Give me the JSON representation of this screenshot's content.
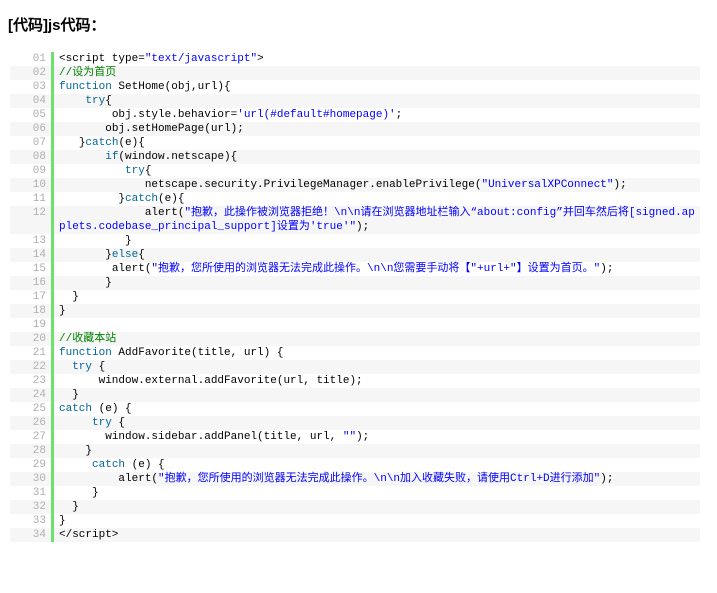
{
  "title": "[代码]js代码：",
  "lines": [
    {
      "n": "01",
      "seg": [
        [
          "<script type=",
          ""
        ],
        [
          "\"text/javascript\"",
          "s"
        ],
        [
          ">",
          ""
        ]
      ]
    },
    {
      "n": "02",
      "seg": [
        [
          "//设为首页",
          "c"
        ]
      ]
    },
    {
      "n": "03",
      "seg": [
        [
          "function",
          "k"
        ],
        [
          " SetHome(obj,url){",
          ""
        ]
      ]
    },
    {
      "n": "04",
      "seg": [
        [
          "    ",
          ""
        ],
        [
          "try",
          "k"
        ],
        [
          "{",
          ""
        ]
      ]
    },
    {
      "n": "05",
      "seg": [
        [
          "        obj.style.behavior=",
          ""
        ],
        [
          "'url(#default#homepage)'",
          "s"
        ],
        [
          ";",
          ""
        ]
      ]
    },
    {
      "n": "06",
      "seg": [
        [
          "       obj.setHomePage(url);",
          ""
        ]
      ]
    },
    {
      "n": "07",
      "seg": [
        [
          "   }",
          ""
        ],
        [
          "catch",
          "k"
        ],
        [
          "(e){",
          ""
        ]
      ]
    },
    {
      "n": "08",
      "seg": [
        [
          "       ",
          ""
        ],
        [
          "if",
          "k"
        ],
        [
          "(window.netscape){",
          ""
        ]
      ]
    },
    {
      "n": "09",
      "seg": [
        [
          "          ",
          ""
        ],
        [
          "try",
          "k"
        ],
        [
          "{",
          ""
        ]
      ]
    },
    {
      "n": "10",
      "seg": [
        [
          "             netscape.security.PrivilegeManager.enablePrivilege(",
          ""
        ],
        [
          "\"UniversalXPConnect\"",
          "s"
        ],
        [
          ");",
          ""
        ]
      ]
    },
    {
      "n": "11",
      "seg": [
        [
          "         }",
          ""
        ],
        [
          "catch",
          "k"
        ],
        [
          "(e){",
          ""
        ]
      ]
    },
    {
      "n": "12",
      "seg": [
        [
          "             alert(",
          ""
        ],
        [
          "\"抱歉，此操作被浏览器拒绝！\\n\\n请在浏览器地址栏输入“about:config”并回车然后将[signed.applets.codebase_principal_support]设置为'true'\"",
          "s"
        ],
        [
          ");",
          ""
        ]
      ]
    },
    {
      "n": "13",
      "seg": [
        [
          "          }",
          ""
        ]
      ]
    },
    {
      "n": "14",
      "seg": [
        [
          "       }",
          ""
        ],
        [
          "else",
          "k"
        ],
        [
          "{",
          ""
        ]
      ]
    },
    {
      "n": "15",
      "seg": [
        [
          "        alert(",
          ""
        ],
        [
          "\"抱歉，您所使用的浏览器无法完成此操作。\\n\\n您需要手动将【\"+url+\"】设置为首页。\"",
          "s"
        ],
        [
          ");",
          ""
        ]
      ]
    },
    {
      "n": "16",
      "seg": [
        [
          "       }",
          ""
        ]
      ]
    },
    {
      "n": "17",
      "seg": [
        [
          "  }",
          ""
        ]
      ]
    },
    {
      "n": "18",
      "seg": [
        [
          "}",
          ""
        ]
      ]
    },
    {
      "n": "19",
      "seg": [
        [
          "",
          ""
        ]
      ]
    },
    {
      "n": "20",
      "seg": [
        [
          "//收藏本站",
          "c"
        ]
      ]
    },
    {
      "n": "21",
      "seg": [
        [
          "function",
          "k"
        ],
        [
          " AddFavorite(title, url) {",
          ""
        ]
      ]
    },
    {
      "n": "22",
      "seg": [
        [
          "  ",
          ""
        ],
        [
          "try",
          "k"
        ],
        [
          " {",
          ""
        ]
      ]
    },
    {
      "n": "23",
      "seg": [
        [
          "      window.external.addFavorite(url, title);",
          ""
        ]
      ]
    },
    {
      "n": "24",
      "seg": [
        [
          "  }",
          ""
        ]
      ]
    },
    {
      "n": "25",
      "seg": [
        [
          "catch",
          "k"
        ],
        [
          " (e) {",
          ""
        ]
      ]
    },
    {
      "n": "26",
      "seg": [
        [
          "     ",
          ""
        ],
        [
          "try",
          "k"
        ],
        [
          " {",
          ""
        ]
      ]
    },
    {
      "n": "27",
      "seg": [
        [
          "       window.sidebar.addPanel(title, url, ",
          ""
        ],
        [
          "\"\"",
          "s"
        ],
        [
          ");",
          ""
        ]
      ]
    },
    {
      "n": "28",
      "seg": [
        [
          "    }",
          ""
        ]
      ]
    },
    {
      "n": "29",
      "seg": [
        [
          "     ",
          ""
        ],
        [
          "catch",
          "k"
        ],
        [
          " (e) {",
          ""
        ]
      ]
    },
    {
      "n": "30",
      "seg": [
        [
          "         alert(",
          ""
        ],
        [
          "\"抱歉，您所使用的浏览器无法完成此操作。\\n\\n加入收藏失败，请使用Ctrl+D进行添加\"",
          "s"
        ],
        [
          ");",
          ""
        ]
      ]
    },
    {
      "n": "31",
      "seg": [
        [
          "     }",
          ""
        ]
      ]
    },
    {
      "n": "32",
      "seg": [
        [
          "  }",
          ""
        ]
      ]
    },
    {
      "n": "33",
      "seg": [
        [
          "}",
          ""
        ]
      ]
    },
    {
      "n": "34",
      "seg": [
        [
          "</script>",
          ""
        ]
      ]
    }
  ]
}
